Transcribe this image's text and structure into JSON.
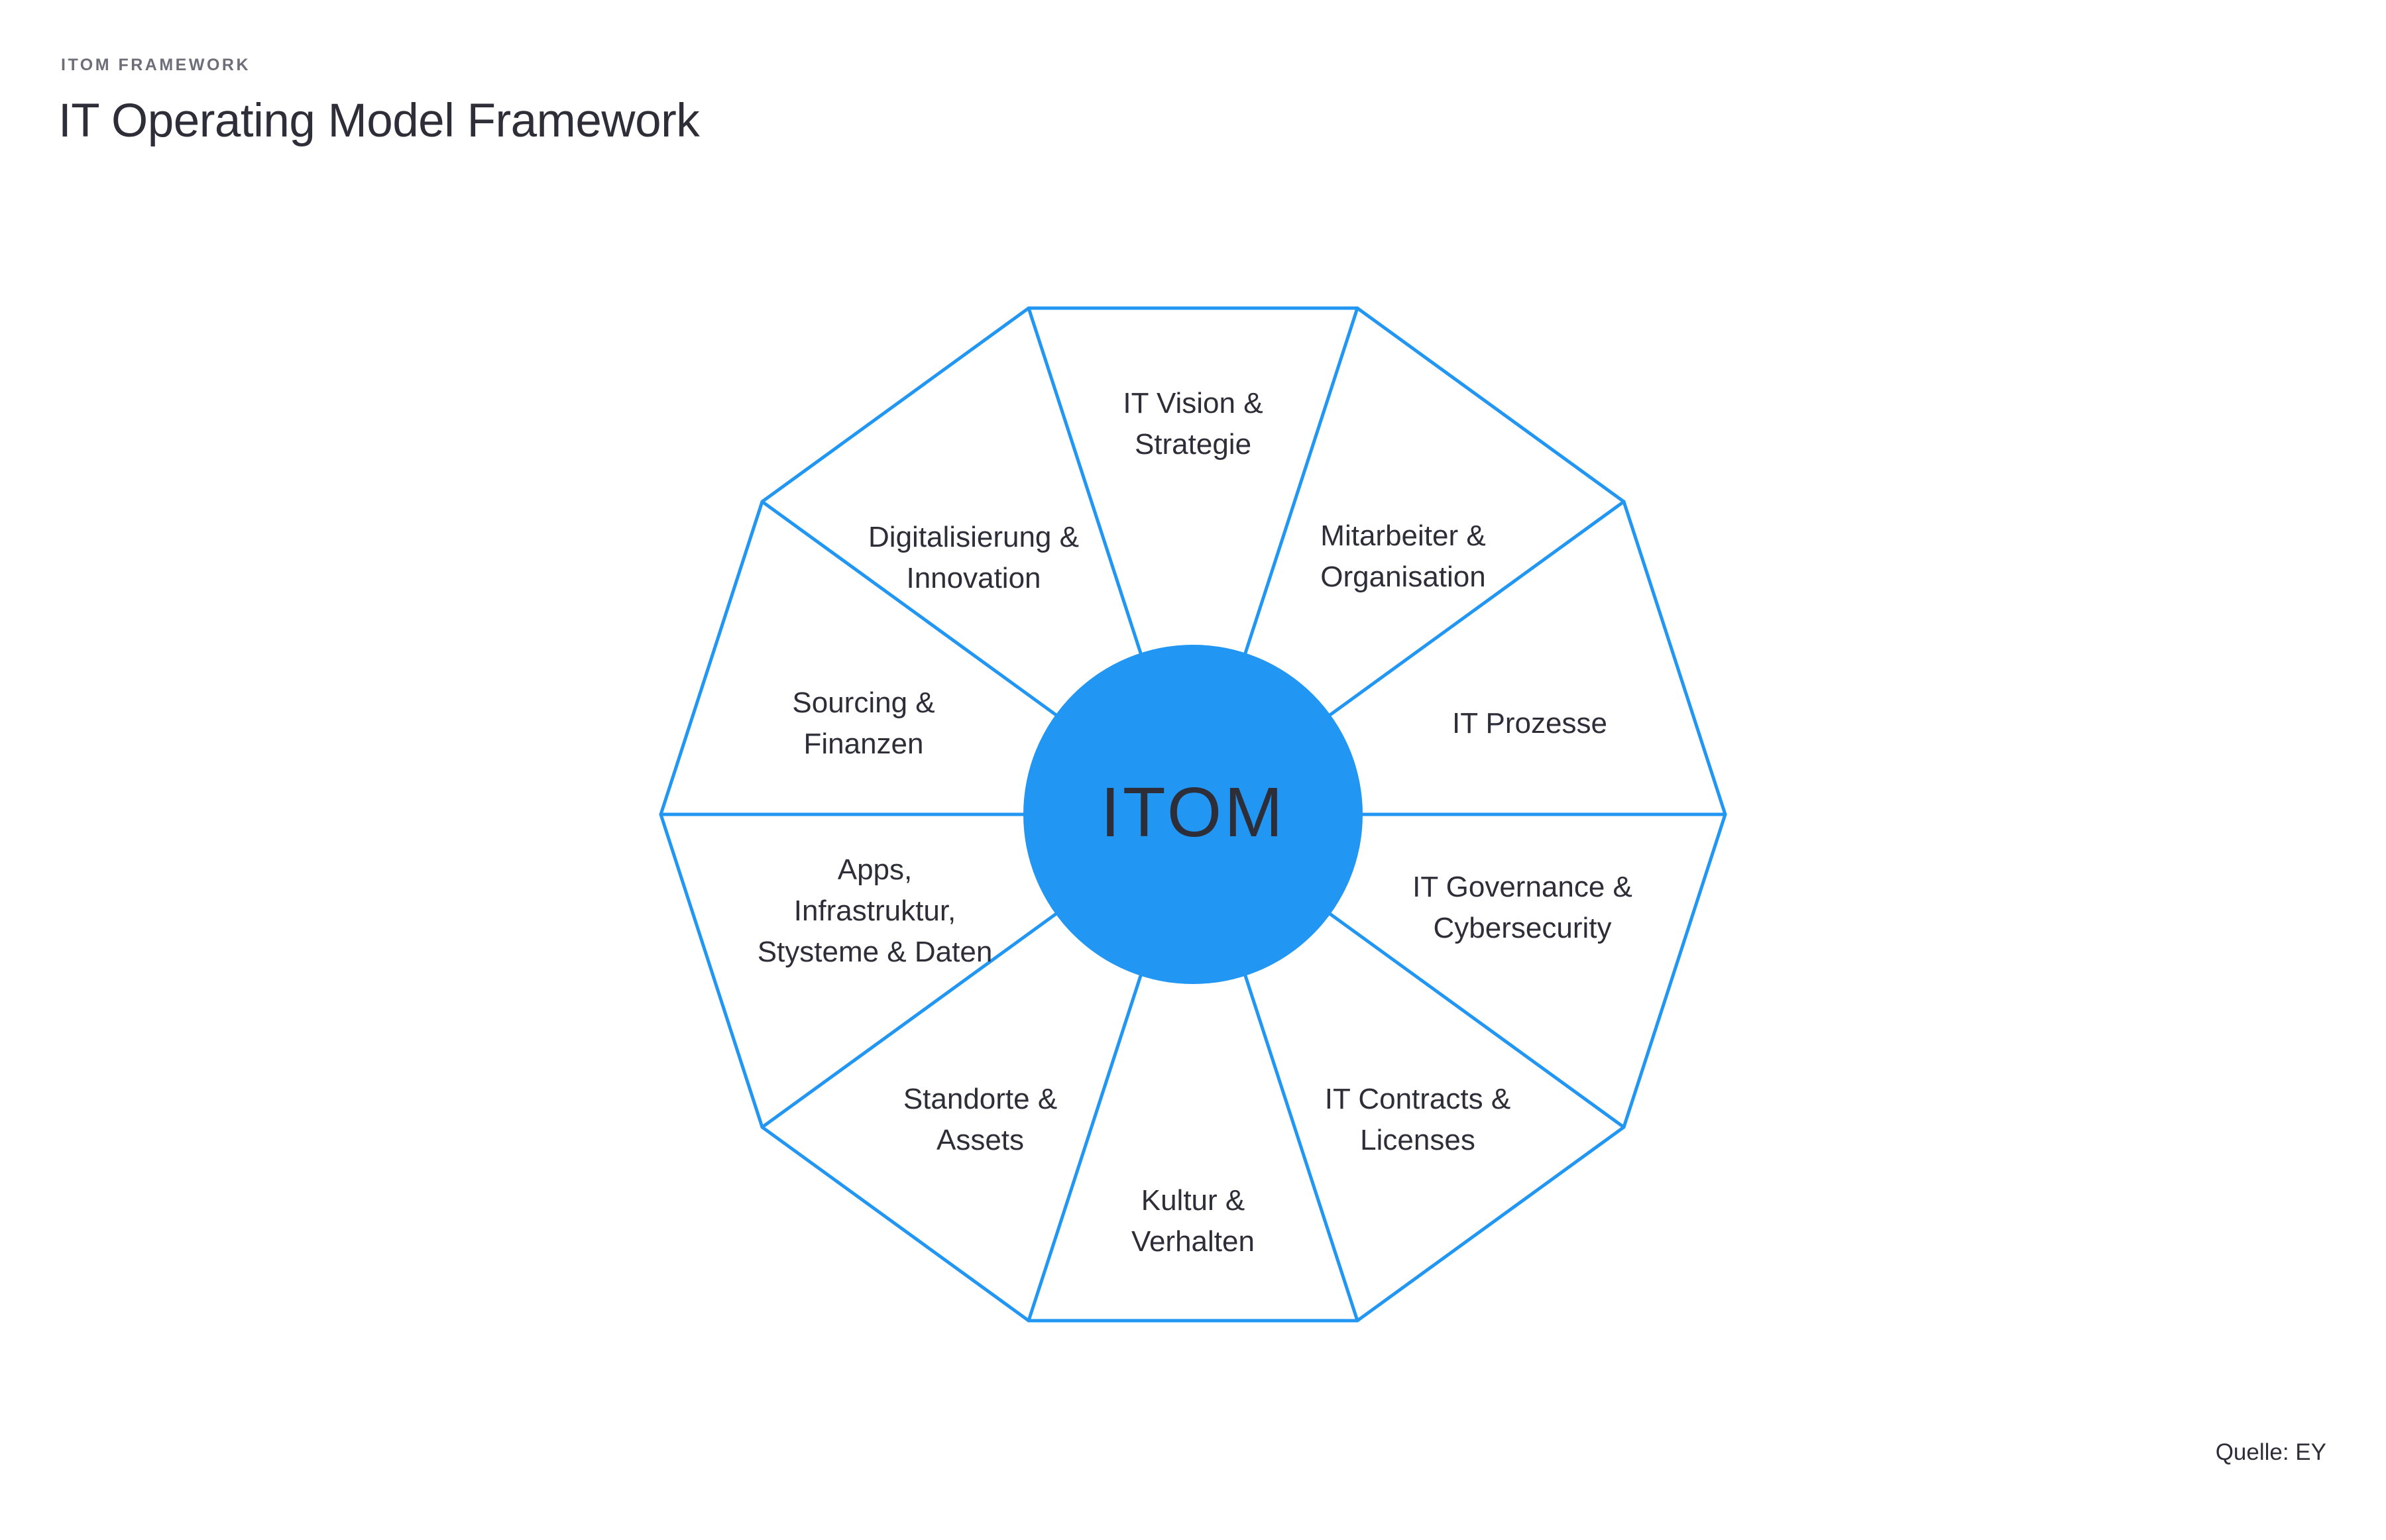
{
  "header": {
    "eyebrow": "ITOM FRAMEWORK",
    "title": "IT Operating Model Framework"
  },
  "diagram": {
    "shape": "decagon",
    "center_label": "ITOM",
    "segments": [
      {
        "label": "IT Vision &\nStrategie"
      },
      {
        "label": "Mitarbeiter &\nOrganisation"
      },
      {
        "label": "IT Prozesse"
      },
      {
        "label": "IT Governance &\nCybersecurity"
      },
      {
        "label": "IT Contracts &\nLicenses"
      },
      {
        "label": "Kultur &\nVerhalten"
      },
      {
        "label": "Standorte &\nAssets"
      },
      {
        "label": "Apps,\nInfrastruktur,\nStysteme & Daten"
      },
      {
        "label": "Sourcing &\nFinanzen"
      },
      {
        "label": "Digitalisierung &\nInnovation"
      }
    ]
  },
  "footer": {
    "source": "Quelle: EY"
  },
  "colors": {
    "accent": "#2196f3",
    "text_dark": "#2e2e38",
    "text_muted": "#6e6e79"
  }
}
